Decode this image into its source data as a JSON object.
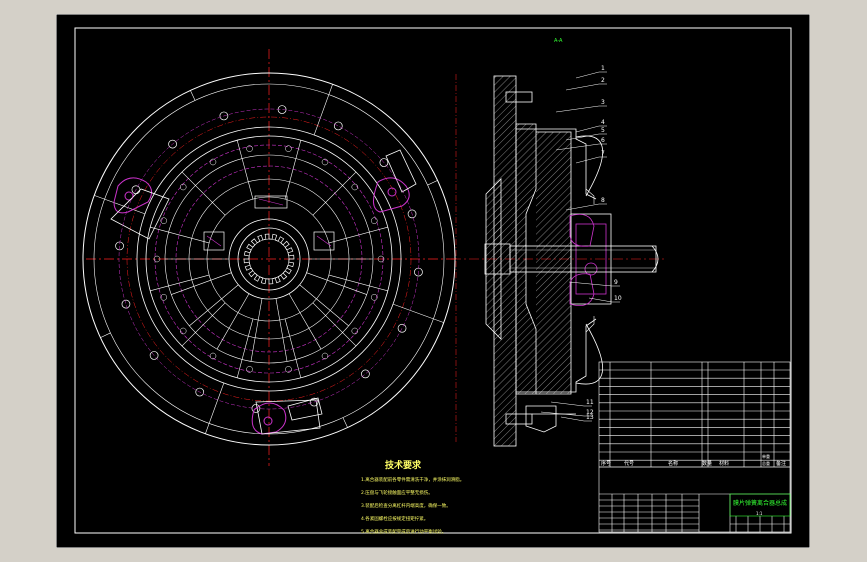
{
  "colors": {
    "background": "#000000",
    "frame": "#ffffff",
    "centerline": "#ff2020",
    "hidden": "#cc33cc",
    "notes": "#ffff66",
    "titlebox": "#33ff33",
    "outside": "#d4d0c8"
  },
  "section_label": "A-A",
  "part_numbers": [
    "1",
    "2",
    "3",
    "4",
    "5",
    "6",
    "7",
    "8",
    "9",
    "10",
    "11",
    "12",
    "13"
  ],
  "technical_requirements": {
    "title": "技术要求",
    "items": [
      "1.离合器装配前各零件需清洗干净，并涂抹润滑脂。",
      "2.压盘与飞轮接触面应平整无损伤。",
      "3.装配后检查分离杠杆内端高度，确保一致。",
      "4.各紧固螺栓应按规定扭矩拧紧。",
      "5.离合器总成装配完成后进行动平衡试验。"
    ]
  },
  "title_block": {
    "drawing_title": "膜片弹簧离合器总成",
    "header": [
      "序号",
      "代号",
      "名称",
      "数量",
      "材料",
      "单重",
      "总重",
      "备注"
    ],
    "scale": "1:1"
  }
}
